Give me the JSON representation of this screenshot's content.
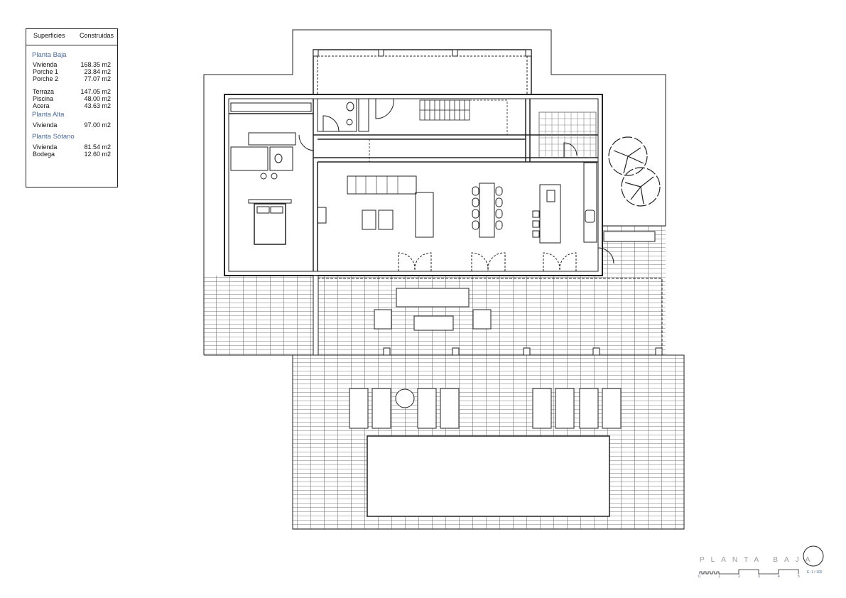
{
  "areas_table": {
    "header": {
      "left": "Superficies",
      "right": "Construidas"
    },
    "sections": [
      {
        "title": "Planta Baja",
        "rows": [
          {
            "label": "Vivienda",
            "value": "168.35 m2"
          },
          {
            "label": "Porche 1",
            "value": "23.84 m2"
          },
          {
            "label": "Porche 2",
            "value": "77.07 m2"
          },
          {
            "label": "Terraza",
            "value": "147.05 m2"
          },
          {
            "label": "Piscina",
            "value": "48.00 m2"
          },
          {
            "label": "Acera",
            "value": "43.63 m2"
          }
        ]
      },
      {
        "title": "Planta Alta",
        "rows": [
          {
            "label": "Vivienda",
            "value": "97.00 m2"
          }
        ]
      },
      {
        "title": "Planta Sótano",
        "rows": [
          {
            "label": "Vivienda",
            "value": "81.54 m2"
          },
          {
            "label": "Bodega",
            "value": "12.60 m2"
          }
        ]
      }
    ]
  },
  "title_block": {
    "title": "PLANTA BAJA",
    "scale": "E: 1 / 100",
    "scale_ticks": [
      "0",
      "1",
      "2",
      "3",
      "4",
      "5"
    ]
  },
  "colors": {
    "line": "#222222",
    "accent": "#4a6a9a",
    "title": "#999999"
  }
}
